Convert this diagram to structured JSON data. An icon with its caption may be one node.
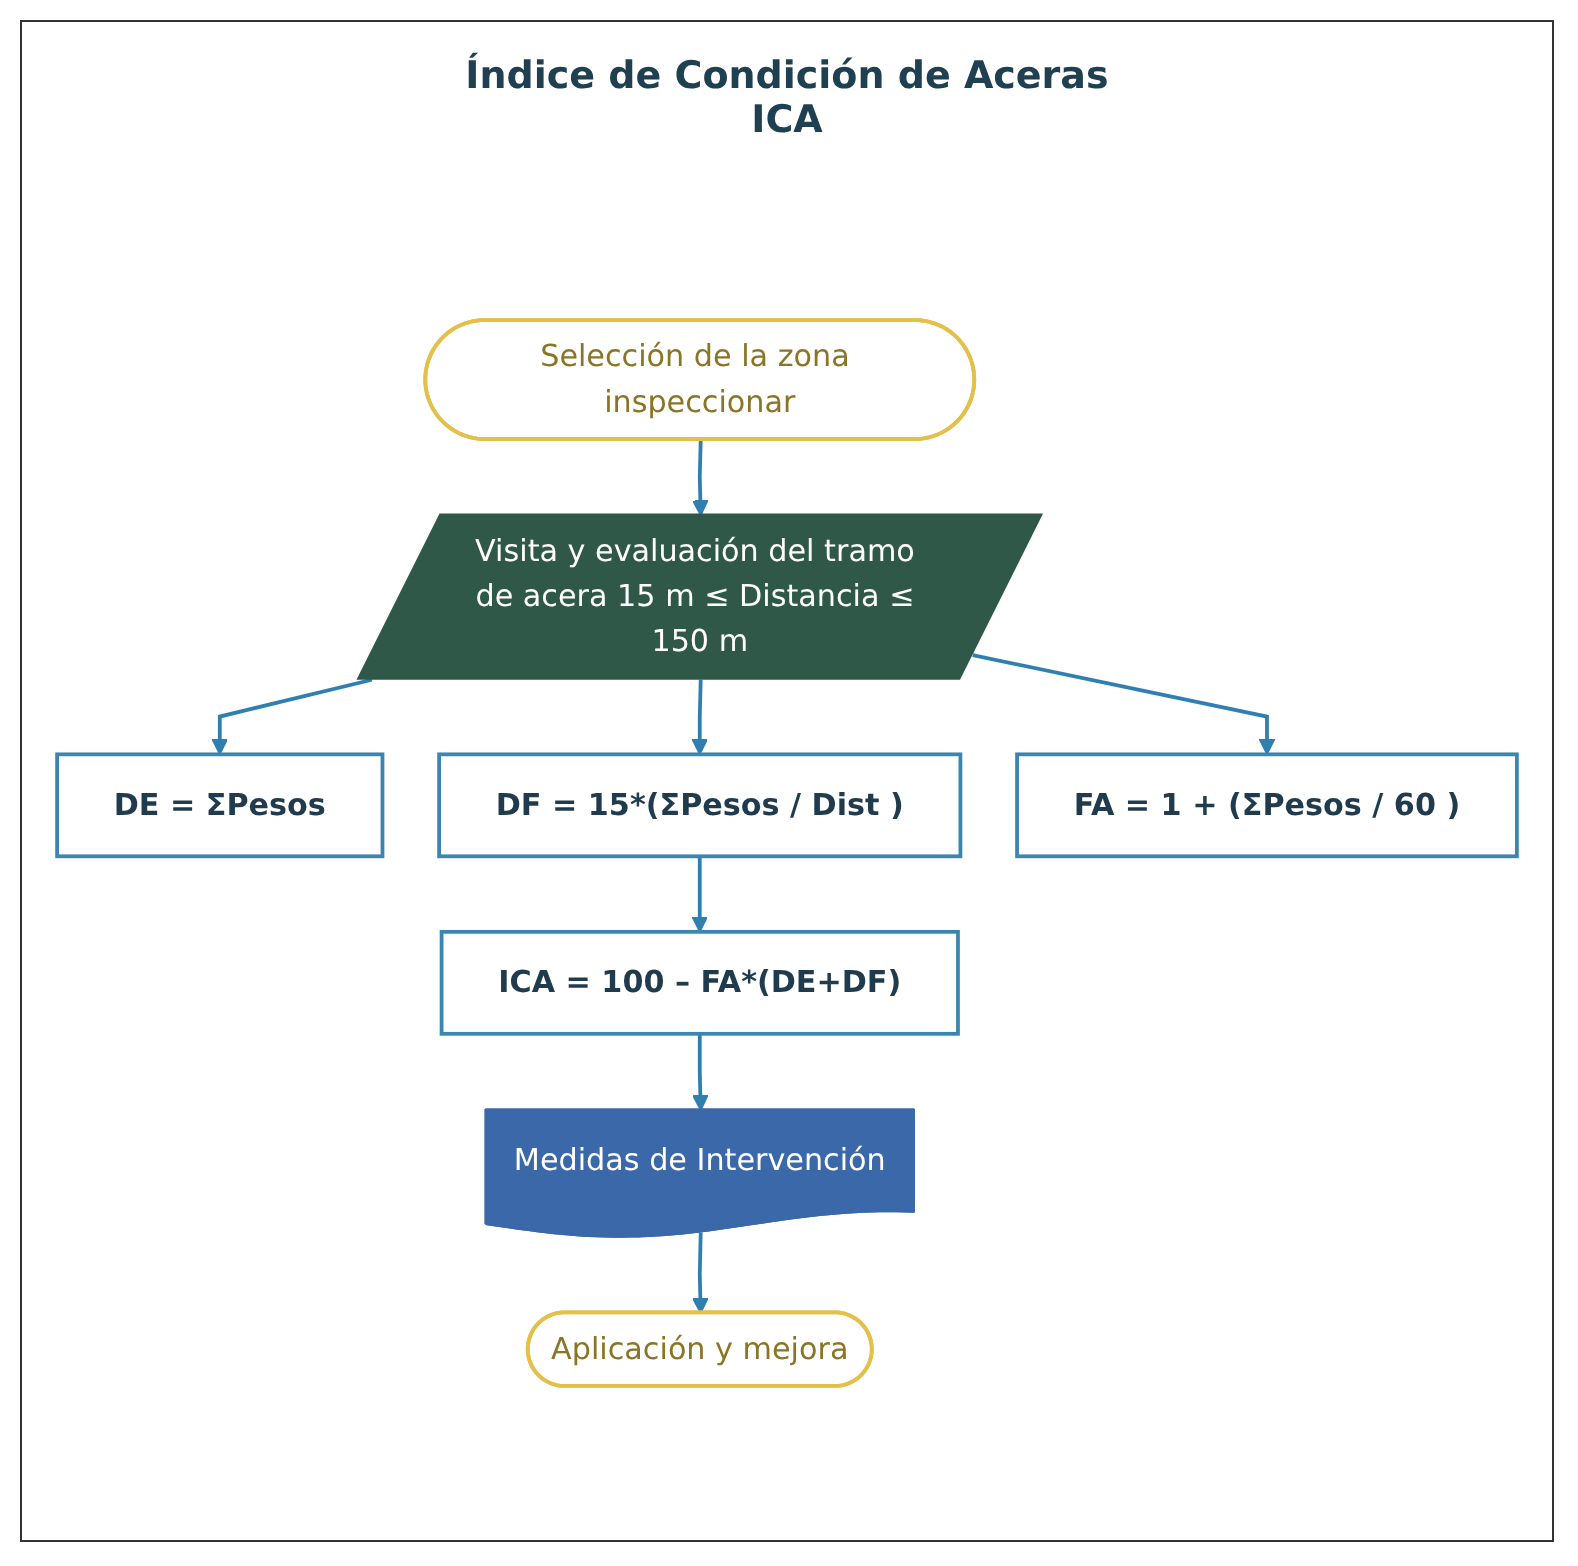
{
  "diagram": {
    "title": "Índice de Condición de Aceras ICA",
    "nodes": [
      {
        "text": [
          "Selección de la zona inspeccionar"
        ]
      },
      {
        "text": [
          "Visita y evaluación del tramo de acera 15 m ≤ Distancia ≤ 150 m"
        ]
      },
      {
        "text": [
          "DE = ΣPesos"
        ]
      },
      {
        "text": [
          "DF = 15*(ΣPesos / Dist )"
        ]
      },
      {
        "text": [
          "FA = 1 + (ΣPesos / 60 )"
        ]
      },
      {
        "text": [
          "ICA = 100 – FA*(DE+DF)"
        ]
      },
      {
        "text": [
          "Medidas de Intervención"
        ]
      },
      {
        "text": [
          "Aplicación y mejora"
        ]
      }
    ],
    "edges": [
      {
        "from": 0,
        "to": 1,
        "arrow": "to"
      },
      {
        "from": 1,
        "to": 2,
        "arrow": "to"
      },
      {
        "from": 1,
        "to": 3,
        "arrow": "to"
      },
      {
        "from": 1,
        "to": 4,
        "arrow": "to"
      },
      {
        "from": 3,
        "to": 5,
        "arrow": "to"
      },
      {
        "from": 5,
        "to": 6,
        "arrow": "to"
      },
      {
        "from": 6,
        "to": 7,
        "arrow": "to"
      }
    ]
  }
}
